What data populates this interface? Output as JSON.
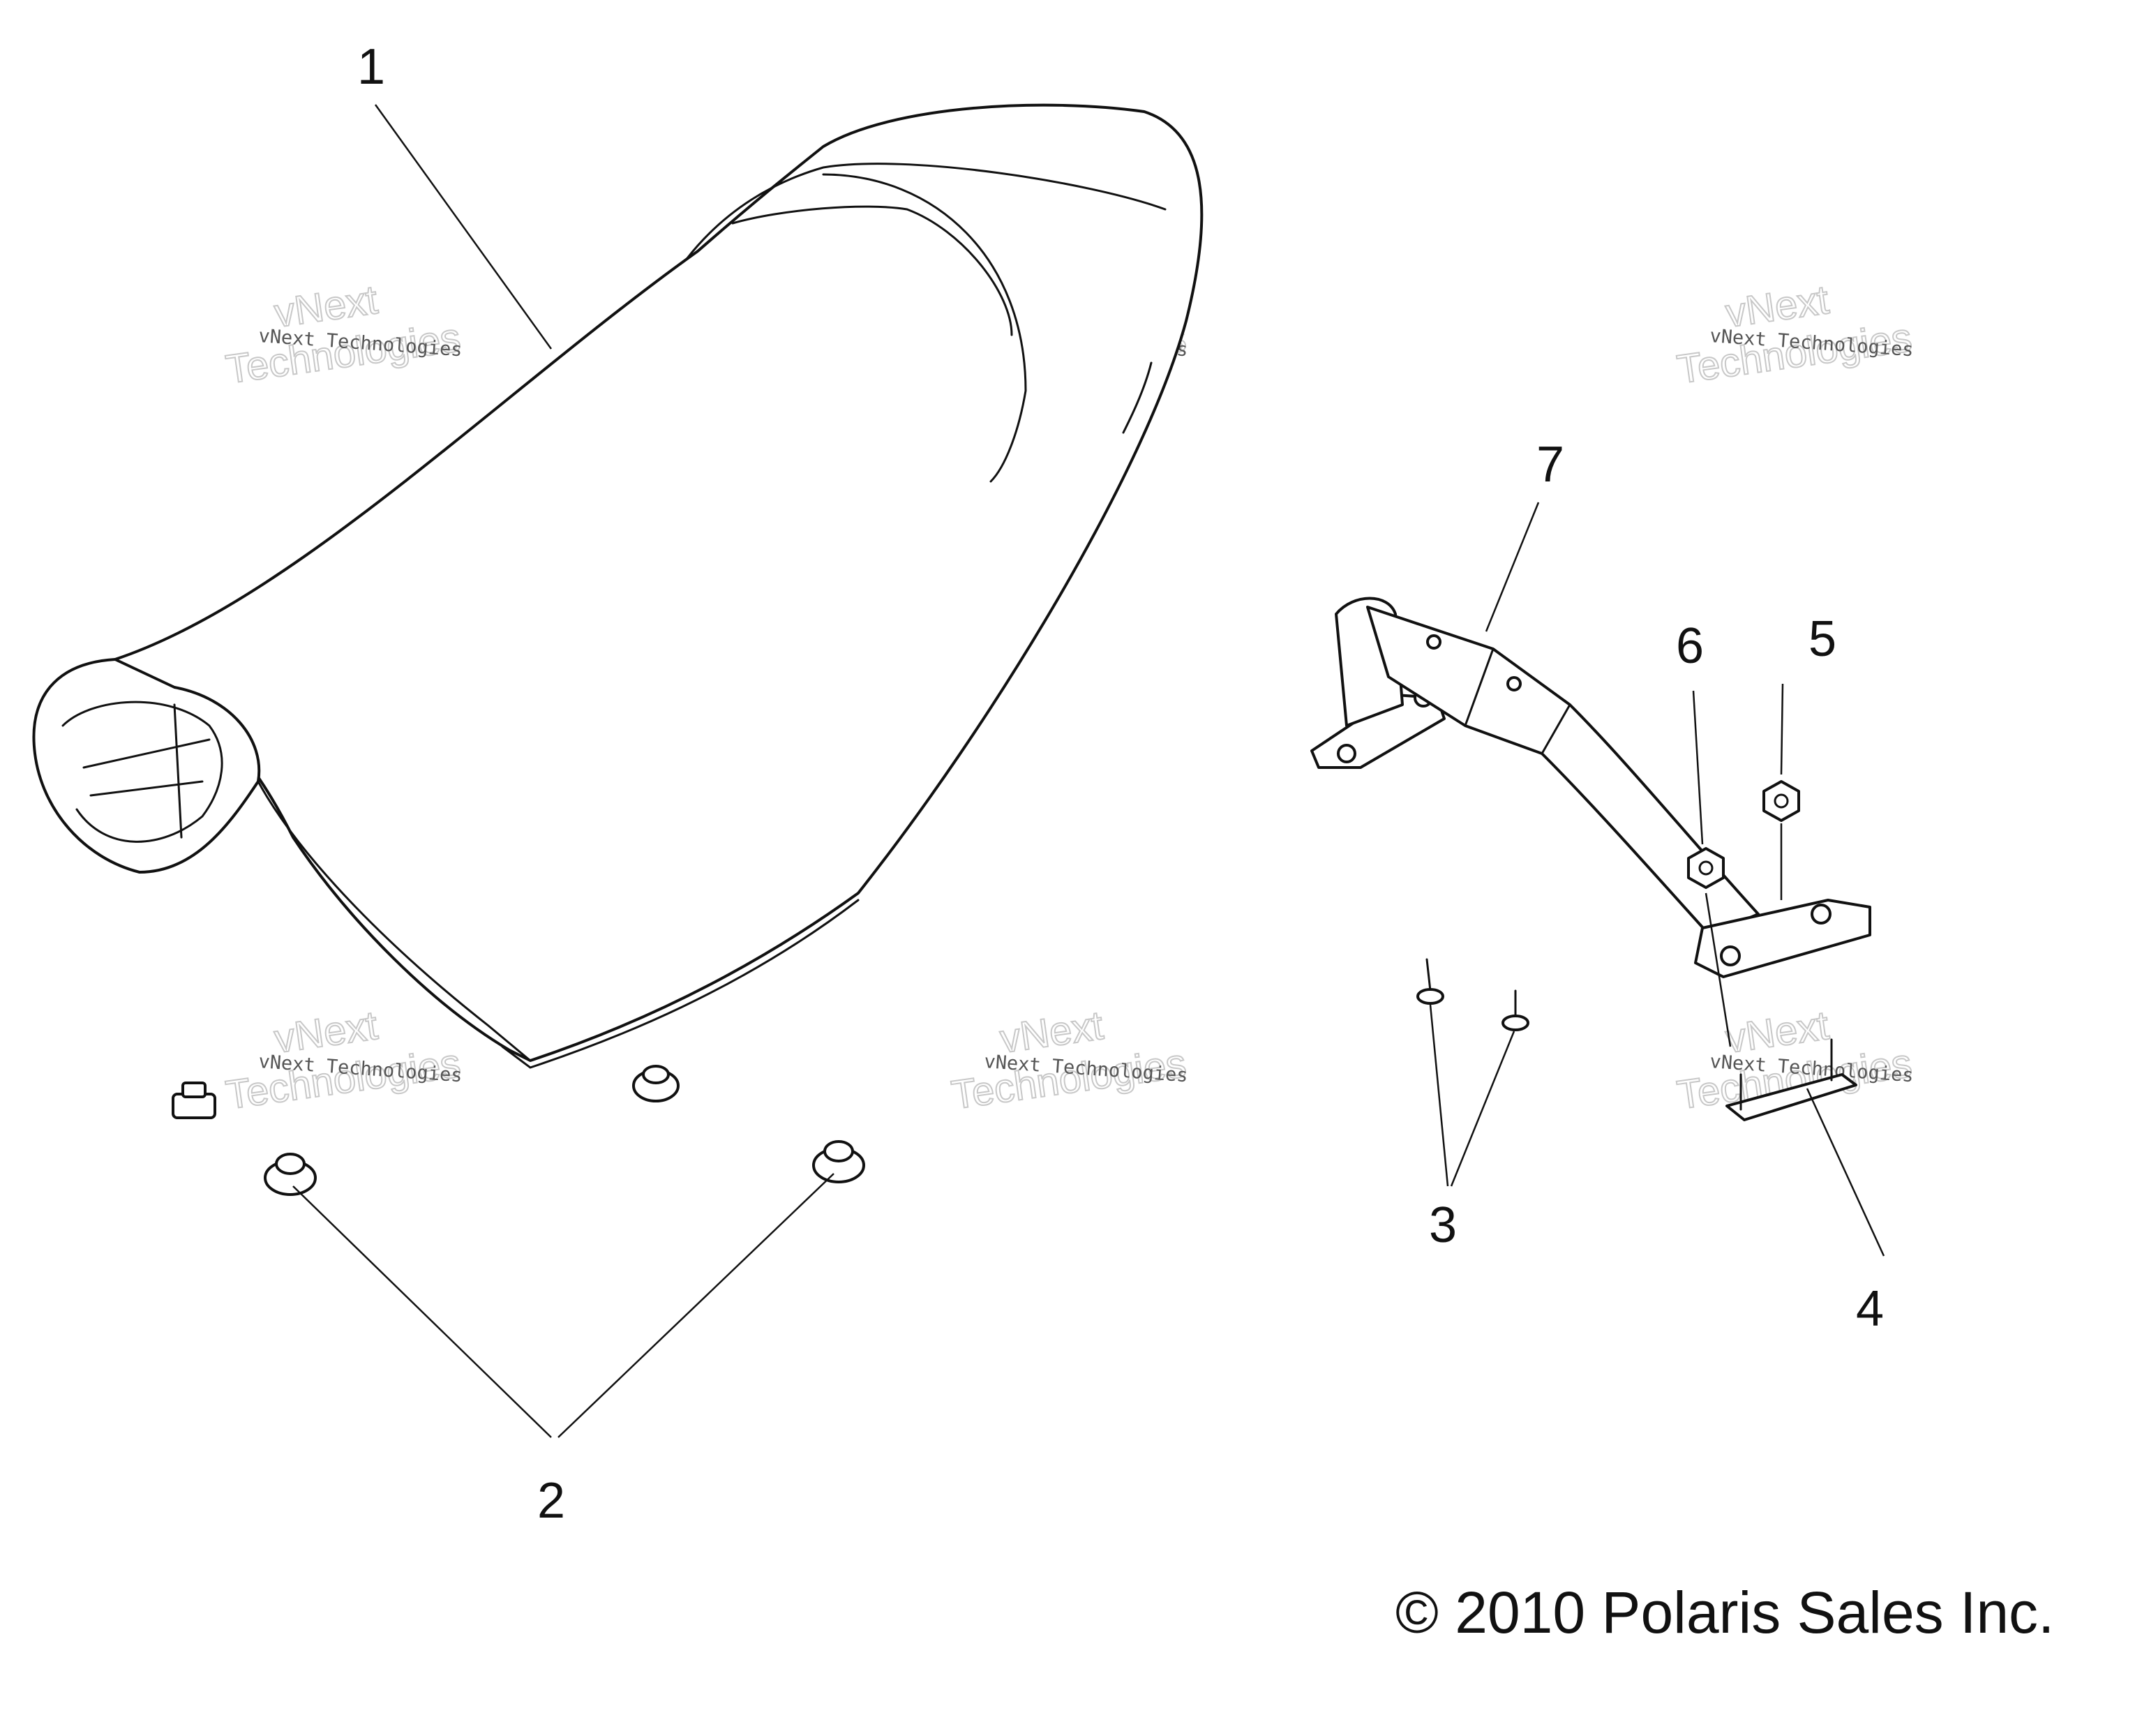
{
  "callouts": {
    "c1": "1",
    "c2": "2",
    "c3": "3",
    "c4": "4",
    "c5": "5",
    "c6": "6",
    "c7": "7"
  },
  "copyright": "© 2010 Polaris Sales Inc.",
  "watermark": {
    "small": "vNext Technologies",
    "big1": "vNext",
    "big2": "Technologies"
  },
  "colors": {
    "line": "#111111",
    "background": "#ffffff",
    "watermark": "#c8c8c8"
  }
}
